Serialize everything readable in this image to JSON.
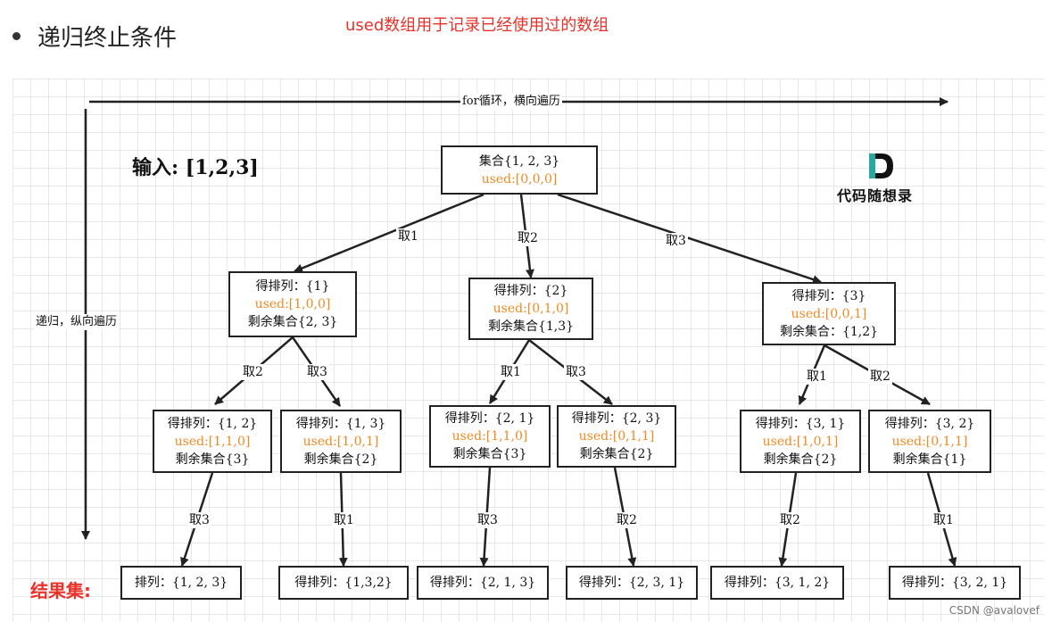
{
  "header": {
    "title": "递归终止条件",
    "note": "used数组用于记录已经使用过的数组"
  },
  "diagram": {
    "horizontal_axis_label": "for循环，横向遍历",
    "vertical_axis_label": "递归，纵向遍历",
    "input_label": "输入: [1,2,3]",
    "result_label": "结果集:",
    "logo": {
      "mark": "D",
      "text": "代码随想录"
    },
    "root": {
      "line1": "集合{1, 2, 3}",
      "used": "used:[0,0,0]"
    },
    "level1": [
      {
        "edge": "取1",
        "line1": "得排列：{1}",
        "used": "used:[1,0,0]",
        "line3": "剩余集合{2, 3}"
      },
      {
        "edge": "取2",
        "line1": "得排列：{2}",
        "used": "used:[0,1,0]",
        "line3": "剩余集合{1,3}"
      },
      {
        "edge": "取3",
        "line1": "得排列：{3}",
        "used": "used:[0,0,1]",
        "line3": "剩余集合：{1,2}"
      }
    ],
    "level2": [
      {
        "edge": "取2",
        "line1": "得排列：{1, 2}",
        "used": "used:[1,1,0]",
        "line3": "剩余集合{3}"
      },
      {
        "edge": "取3",
        "line1": "得排列：{1, 3}",
        "used": "used:[1,0,1]",
        "line3": "剩余集合{2}"
      },
      {
        "edge": "取1",
        "line1": "得排列：{2, 1}",
        "used": "used:[1,1,0]",
        "line3": "剩余集合{3}"
      },
      {
        "edge": "取3",
        "line1": "得排列：{2, 3}",
        "used": "used:[0,1,1]",
        "line3": "剩余集合{2}"
      },
      {
        "edge": "取1",
        "line1": "得排列：{3, 1}",
        "used": "used:[1,0,1]",
        "line3": "剩余集合{2}"
      },
      {
        "edge": "取2",
        "line1": "得排列：{3, 2}",
        "used": "used:[0,1,1]",
        "line3": "剩余集合{1}"
      }
    ],
    "level3": [
      {
        "edge": "取3",
        "line1": "排列：{1, 2, 3}"
      },
      {
        "edge": "取1",
        "line1": "得排列：{1,3,2}"
      },
      {
        "edge": "取3",
        "line1": "得排列：{2, 1, 3}"
      },
      {
        "edge": "取2",
        "line1": "得排列：{2, 3, 1}"
      },
      {
        "edge": "取2",
        "line1": "得排列：{3, 1, 2}"
      },
      {
        "edge": "取1",
        "line1": "得排列：{3, 2, 1}"
      }
    ]
  },
  "watermark": "CSDN @avalovef"
}
